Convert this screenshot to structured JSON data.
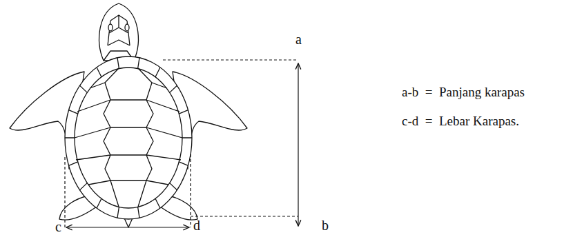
{
  "diagram": {
    "labels": [
      "a",
      "b",
      "c",
      "d",
      "a-b  =  Panjang karapas",
      "c-d  =  Lebar Karapas."
    ]
  }
}
